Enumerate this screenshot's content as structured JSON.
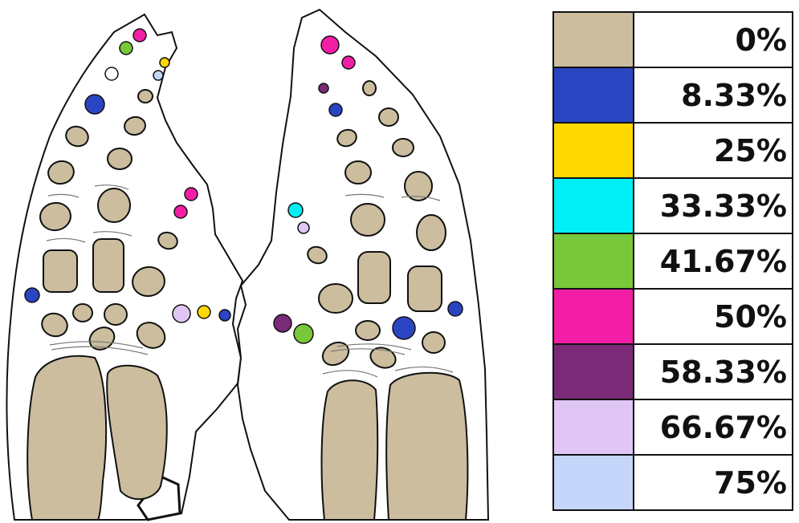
{
  "legend": {
    "items": [
      {
        "label": "0%",
        "color": "#cbbd9e"
      },
      {
        "label": "8.33%",
        "color": "#2a45c2"
      },
      {
        "label": "25%",
        "color": "#ffd800"
      },
      {
        "label": "33.33%",
        "color": "#00f0f5"
      },
      {
        "label": "41.67%",
        "color": "#78c83a"
      },
      {
        "label": "50%",
        "color": "#f21ea6"
      },
      {
        "label": "58.33%",
        "color": "#7a2a76"
      },
      {
        "label": "66.67%",
        "color": "#e0c6f4"
      },
      {
        "label": "75%",
        "color": "#c6d6fa"
      }
    ]
  },
  "colors": {
    "outline": "#111111",
    "organ_fill": "#ffffff",
    "tan": "#cbbd9e",
    "blue": "#2a45c2",
    "yellow": "#ffd800",
    "cyan": "#00f0f5",
    "green": "#78c83a",
    "magenta": "#f21ea6",
    "purple": "#7a2a76",
    "lavender": "#e0c6f4",
    "pale_blue": "#c6d6fa"
  }
}
